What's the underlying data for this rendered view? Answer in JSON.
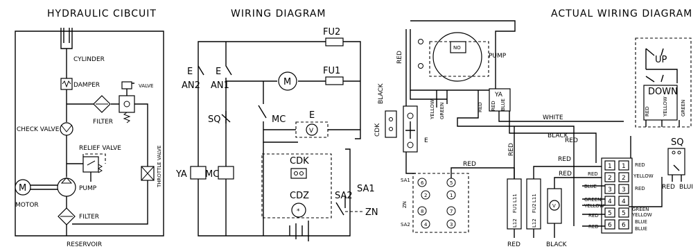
{
  "headings": {
    "hydraulic": "HYDRAULIC CIBCUIT",
    "wiring": "WIRING DIAGRAM",
    "actual": "ACTUAL WIRING DIAGRAM"
  },
  "hydraulic": {
    "cylinder": "CYLINDER",
    "damper": "DAMPER",
    "valve": "VALVE",
    "filter_upper": "FILTER",
    "check_valve": "CHECK VALVE",
    "relief_valve": "RELIEF VALVE",
    "throttle_valve": "THROTTLE VALVE",
    "pump": "PUMP",
    "motor_symbol": "M",
    "motor": "MOTOR",
    "filter_lower": "FILTER",
    "reservoir": "RESERVOIR"
  },
  "wiring": {
    "fu2": "FU2",
    "fu1": "FU1",
    "e_left": "E",
    "an2": "AN2",
    "e_mid": "E",
    "an1": "AN1",
    "motor_symbol": "M",
    "sq": "SQ",
    "mc_contact": "MC",
    "e_valve": "E",
    "v_symbol": "V",
    "ya": "YA",
    "mc_coil": "MC",
    "cdk": "CDK",
    "cdz": "CDZ",
    "sa2": "SA2",
    "sa1": "SA1",
    "zn": "ZN"
  },
  "actual": {
    "red_1": "RED",
    "pump": "PUMP",
    "no": "NO",
    "black_1": "BLACK",
    "cdk": "CDK",
    "e": "E",
    "yellow_1": "YELLOW",
    "green_1": "GREEN",
    "red_2": "RED",
    "ya": "YA",
    "red_3": "RED",
    "blue_1": "BLUE",
    "white": "WHITE",
    "black_2": "BLACK",
    "red_4": "RED",
    "red_5": "RED",
    "red_6": "RED",
    "up": "UP",
    "down": "DOWN",
    "red_7": "RED",
    "yellow_2": "YELLOW",
    "green_2": "GREEN",
    "sq": "SQ",
    "sa1": "SA1",
    "zn": "ZN",
    "sa2": "SA2",
    "contacts": [
      "5",
      "2",
      "1",
      "8",
      "7",
      "4",
      "3"
    ],
    "contact_top": "6",
    "fu1": "FU1",
    "fu2": "FU2",
    "l11_a": "L11",
    "l12_a": "L12",
    "l11_b": "L11",
    "l12_b": "L12",
    "v_symbol": "V",
    "terminals_left": [
      "1",
      "2",
      "3",
      "4",
      "5",
      "6"
    ],
    "terminals_right": [
      "1",
      "2",
      "3",
      "4",
      "5",
      "6"
    ],
    "red_8": "RED",
    "red_9": "RED",
    "yellow_3": "YELLOW",
    "blue_2": "BLUE",
    "green_3": "GREEN",
    "yellow_4": "YELLOW",
    "red_10": "RED",
    "red_11": "RED",
    "red_12": "RED",
    "yellow_5": "YELLOW",
    "green_4": "GREEN",
    "blue_3": "BLUE",
    "red_13": "RED",
    "blue_4": "BLUE",
    "red_14": "RED",
    "red_bottom": "RED",
    "black_bottom": "BLACK",
    "red_sq": "RED",
    "blue_sq": "BLUI"
  }
}
